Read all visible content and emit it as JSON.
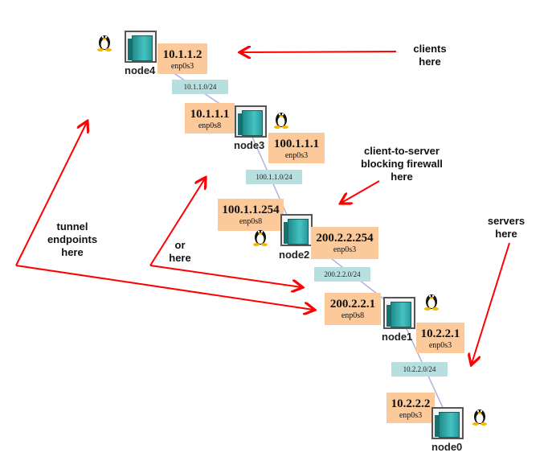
{
  "nodes": [
    {
      "name": "node4"
    },
    {
      "name": "node3"
    },
    {
      "name": "node2"
    },
    {
      "name": "node1"
    },
    {
      "name": "node0"
    }
  ],
  "interfaces": [
    {
      "ip": "10.1.1.2",
      "dev": "enp0s3"
    },
    {
      "ip": "10.1.1.1",
      "dev": "enp0s8"
    },
    {
      "ip": "100.1.1.1",
      "dev": "enp0s3"
    },
    {
      "ip": "100.1.1.254",
      "dev": "enp0s8"
    },
    {
      "ip": "200.2.2.254",
      "dev": "enp0s3"
    },
    {
      "ip": "200.2.2.1",
      "dev": "enp0s8"
    },
    {
      "ip": "10.2.2.1",
      "dev": "enp0s3"
    },
    {
      "ip": "10.2.2.2",
      "dev": "enp0s3"
    }
  ],
  "subnets": [
    "10.1.1.0/24",
    "100.1.1.0/24",
    "200.2.2.0/24",
    "10.2.2.0/24"
  ],
  "annotations": {
    "clients": [
      "clients",
      "here"
    ],
    "firewall": [
      "client-to-server",
      "blocking firewall",
      "here"
    ],
    "servers": [
      "servers",
      "here"
    ],
    "tunnel": [
      "tunnel",
      "endpoints",
      "here"
    ],
    "or_here": [
      "or",
      "here"
    ]
  },
  "colors": {
    "arrow": "#ff0000",
    "iface_bg": "#fcc99b",
    "subnet_bg": "#b8dfe0",
    "link": "#b0b0e0",
    "link_end": "#e6e600"
  }
}
